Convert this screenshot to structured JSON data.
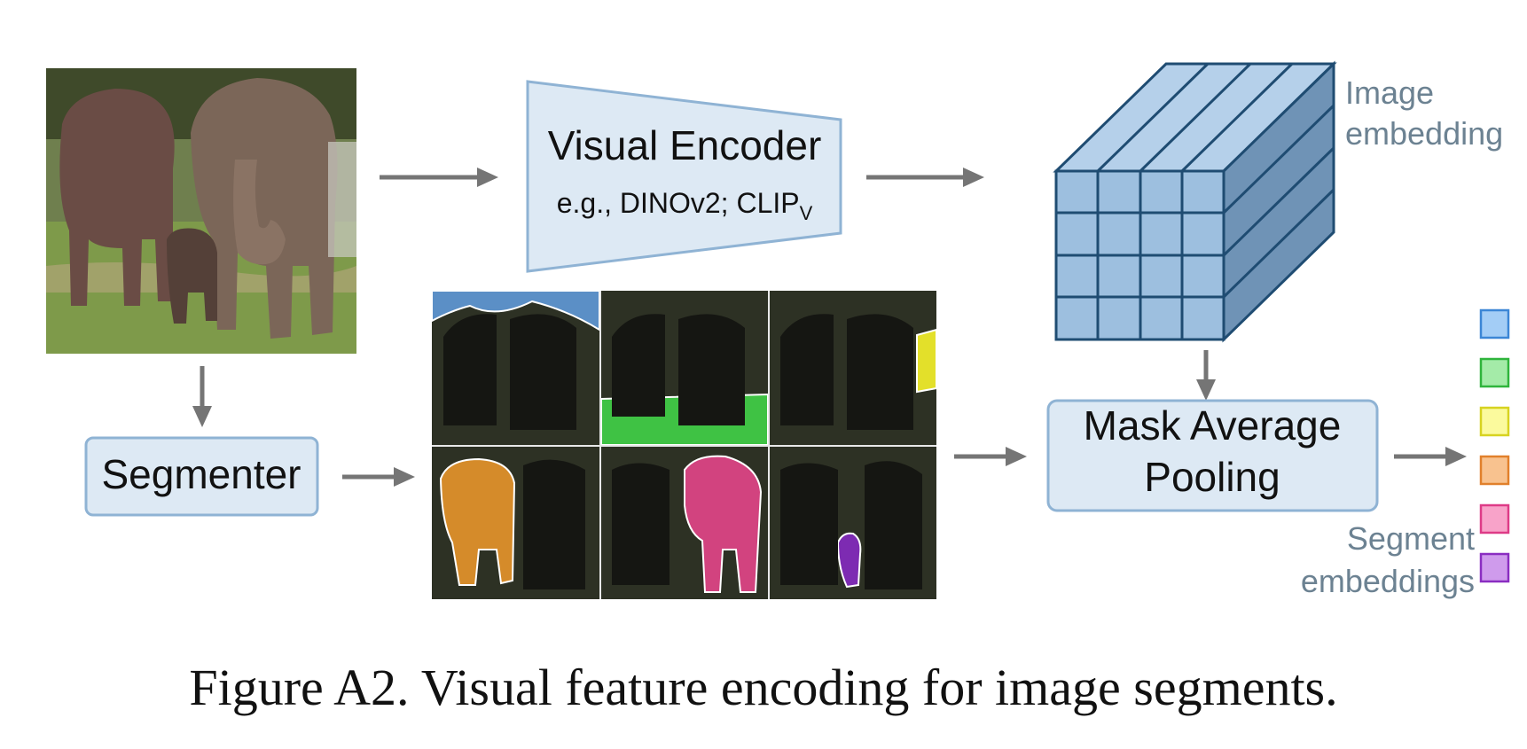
{
  "encoder": {
    "title": "Visual Encoder",
    "subtitle_prefix": "e.g., DINOv2; CLIP",
    "subtitle_subscript": "V"
  },
  "segmenter": {
    "label": "Segmenter"
  },
  "pooling": {
    "line1": "Mask Average",
    "line2": "Pooling"
  },
  "image_embedding": {
    "line1": "Image",
    "line2": "embedding"
  },
  "segment_embeddings": {
    "line1": "Segment",
    "line2": "embeddings"
  },
  "caption": "Figure A2. Visual feature encoding for image segments.",
  "colors": {
    "box_fill": "#dde9f4",
    "box_stroke": "#8fb3d4",
    "cube_front": "#9dbfdf",
    "cube_top": "#b5d0ea",
    "cube_side": "#6f93b6",
    "cube_line": "#1f4c72",
    "arrow": "#757575",
    "label_gray": "#6c8292",
    "seg_sky": "#5b8fc6",
    "seg_grass": "#3fc244",
    "seg_yellow": "#e3e02a",
    "seg_orange": "#d58b2a",
    "seg_pink": "#d2437f",
    "seg_purple": "#7d2bb2"
  },
  "segment_swatches": [
    {
      "name": "blue",
      "fill": "#a3cdf6",
      "stroke": "#3b86d6"
    },
    {
      "name": "green",
      "fill": "#a4eba8",
      "stroke": "#2fb43c"
    },
    {
      "name": "yellow",
      "fill": "#fbfa9d",
      "stroke": "#d7d320"
    },
    {
      "name": "orange",
      "fill": "#f8c28f",
      "stroke": "#e1802b"
    },
    {
      "name": "pink",
      "fill": "#f8a3c9",
      "stroke": "#de3b87"
    },
    {
      "name": "purple",
      "fill": "#cf9bec",
      "stroke": "#8a2dc1"
    }
  ]
}
